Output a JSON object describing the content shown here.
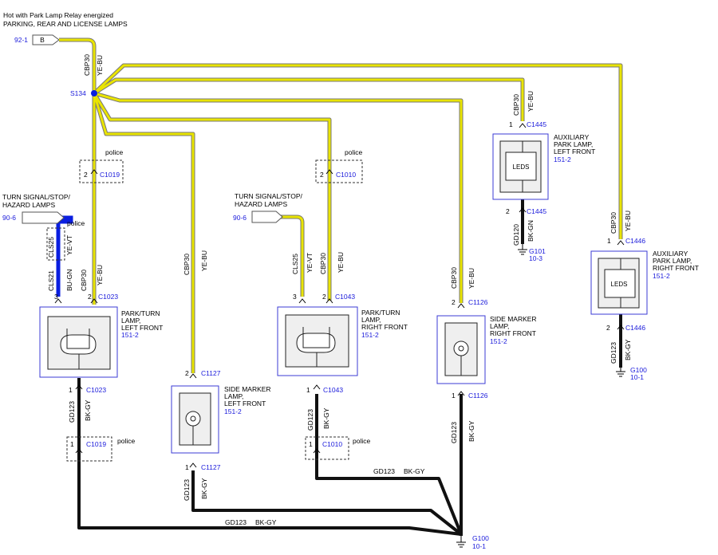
{
  "header": {
    "title_line1": "Hot with Park Lamp Relay energized",
    "title_line2": "PARKING, REAR AND LICENSE LAMPS",
    "source_ref": "92-1",
    "source_pin": "B"
  },
  "splice": {
    "id": "S134",
    "circuit": "CBP30",
    "color": "YE-BU"
  },
  "wire_colors": {
    "yellow": "#e9e400",
    "blue": "#0a1ee0",
    "black": "#111111",
    "frame_blue": "#3b3bd6",
    "ref_blue": "#1a1adb"
  },
  "connectors": {
    "c1019_top": {
      "pin": "2",
      "id": "C1019",
      "note": "police"
    },
    "c1010_top": {
      "pin": "2",
      "id": "C1010",
      "note": "police"
    },
    "c1019_bot": {
      "pin": "1",
      "id": "C1019",
      "note": "police"
    },
    "c1010_bot": {
      "pin": "1",
      "id": "C1010",
      "note": "police"
    }
  },
  "turn_signal_left": {
    "line1": "TURN SIGNAL/STOP/",
    "line2": "HAZARD LAMPS",
    "ref": "90-6",
    "note": "police",
    "circuit_upper": "CLS25",
    "color_upper": "YE-VT",
    "circuit_lower": "CLS21",
    "color_lower": "BU-GN"
  },
  "turn_signal_right": {
    "line1": "TURN SIGNAL/STOP/",
    "line2": "HAZARD LAMPS",
    "ref": "90-6",
    "circuit": "CLS25",
    "color": "YE-VT"
  },
  "components": {
    "park_turn_left": {
      "line1": "PARK/TURN",
      "line2": "LAMP,",
      "line3": "LEFT FRONT",
      "ref": "151-2",
      "pin_in3": "3",
      "pin_in2": "2",
      "conn_in": "C1023",
      "pin_out": "1",
      "conn_out": "C1023"
    },
    "park_turn_right": {
      "line1": "PARK/TURN",
      "line2": "LAMP,",
      "line3": "RIGHT FRONT",
      "ref": "151-2",
      "pin_in3": "3",
      "pin_in2": "2",
      "conn_in": "C1043",
      "pin_out": "1",
      "conn_out": "C1043"
    },
    "side_marker_left": {
      "line1": "SIDE MARKER",
      "line2": "LAMP,",
      "line3": "LEFT FRONT",
      "ref": "151-2",
      "pin_in": "2",
      "conn_in": "C1127",
      "pin_out": "1",
      "conn_out": "C1127"
    },
    "side_marker_right": {
      "line1": "SIDE MARKER",
      "line2": "LAMP,",
      "line3": "RIGHT FRONT",
      "ref": "151-2",
      "pin_in": "2",
      "conn_in": "C1126",
      "pin_out": "1",
      "conn_out": "C1126"
    },
    "aux_park_left": {
      "line1": "AUXILIARY",
      "line2": "PARK LAMP,",
      "line3": "LEFT FRONT",
      "ref": "151-2",
      "leds": "LEDS",
      "pin_in": "1",
      "conn_in": "C1445",
      "pin_out": "2",
      "conn_out": "C1445"
    },
    "aux_park_right": {
      "line1": "AUXILIARY",
      "line2": "PARK LAMP,",
      "line3": "RIGHT FRONT",
      "ref": "151-2",
      "leds": "LEDS",
      "pin_in": "1",
      "conn_in": "C1446",
      "pin_out": "2",
      "conn_out": "C1446"
    }
  },
  "wire_labels": {
    "feed_circuit": "CBP30",
    "feed_color": "YE-BU",
    "ground_circuit": "GD123",
    "ground_color": "BK-GY",
    "aux_left_ground_circuit": "GD120",
    "aux_left_ground_color": "BK-GN"
  },
  "grounds": {
    "g100": {
      "id": "G100",
      "ref": "10-1"
    },
    "g101": {
      "id": "G101",
      "ref": "10-3"
    }
  }
}
